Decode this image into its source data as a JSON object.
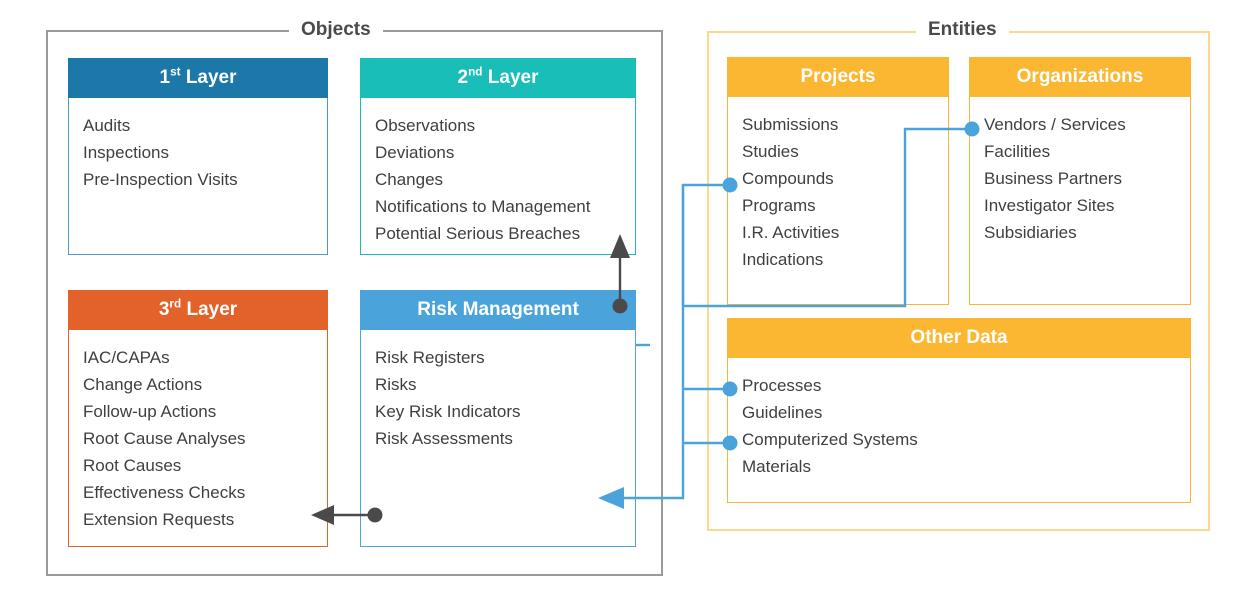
{
  "groups": {
    "objects": {
      "title": "Objects",
      "frame_color": "#9a9a9a"
    },
    "entities": {
      "title": "Entities",
      "frame_color": "#fcd88a"
    }
  },
  "cards": {
    "layer1": {
      "title_main": "Layer",
      "title_number": "1",
      "title_ordinal": "st",
      "header_color": "#1b78a8",
      "items": [
        "Audits",
        "Inspections",
        "Pre-Inspection Visits"
      ]
    },
    "layer2": {
      "title_main": "Layer",
      "title_number": "2",
      "title_ordinal": "nd",
      "header_color": "#1abeb8",
      "items": [
        "Observations",
        "Deviations",
        "Changes",
        "Notifications to Management",
        "Potential Serious Breaches"
      ]
    },
    "layer3": {
      "title_main": "Layer",
      "title_number": "3",
      "title_ordinal": "rd",
      "header_color": "#e2622a",
      "items": [
        "IAC/CAPAs",
        "Change Actions",
        "Follow-up Actions",
        "Root Cause Analyses",
        "Root Causes",
        "Effectiveness Checks",
        "Extension Requests"
      ]
    },
    "risk": {
      "title": "Risk Management",
      "header_color": "#4ba3dc",
      "items": [
        "Risk Registers",
        "Risks",
        "Key Risk Indicators",
        "Risk Assessments"
      ]
    },
    "projects": {
      "title": "Projects",
      "header_color": "#fbb731",
      "items": [
        "Submissions",
        "Studies",
        "Compounds",
        "Programs",
        "I.R. Activities",
        "Indications"
      ]
    },
    "organizations": {
      "title": "Organizations",
      "header_color": "#fbb731",
      "items": [
        "Vendors / Services",
        "Facilities",
        "Business Partners",
        "Investigator Sites",
        "Subsidiaries"
      ]
    },
    "other_data": {
      "title": "Other Data",
      "header_color": "#fbb731",
      "items": [
        "Processes",
        "Guidelines",
        "Computerized Systems",
        "Materials"
      ]
    }
  },
  "connectors": {
    "blue_color": "#4ba3dc",
    "dark_color": "#4a4a4a",
    "linked_entities": [
      "Compounds",
      "Vendors / Services",
      "Processes",
      "Computerized Systems"
    ],
    "flows": [
      "risk-management-to-2nd-layer",
      "risk-management-to-3rd-layer",
      "entities-to-risk-management"
    ]
  }
}
